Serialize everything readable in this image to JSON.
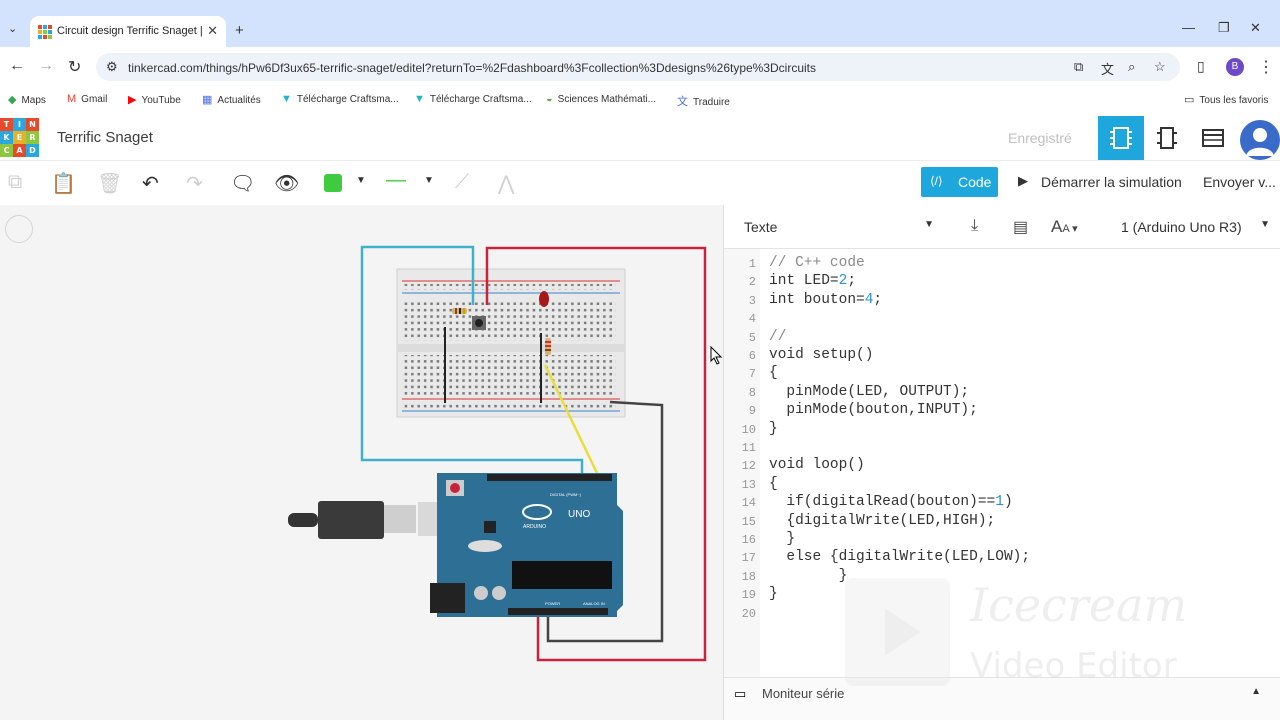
{
  "browser": {
    "tab_title": "Circuit design Terrific Snaget | Tinkercad",
    "url": "tinkercad.com/things/hPw6Df3ux65-terrific-snaget/editel?returnTo=%2Fdashboard%3Fcollection%3Ddesigns%26type%3Dcircuits",
    "profile_initial": "B",
    "bookmarks": [
      {
        "label": "Maps",
        "icon": "maps-icon"
      },
      {
        "label": "Gmail",
        "icon": "gmail-icon"
      },
      {
        "label": "YouTube",
        "icon": "youtube-icon"
      },
      {
        "label": "Actualités",
        "icon": "news-icon"
      },
      {
        "label": "Télécharge Craftsma...",
        "icon": "craftsman-icon"
      },
      {
        "label": "Télécharge Craftsma...",
        "icon": "craftsman-icon"
      },
      {
        "label": "Sciences Mathémati...",
        "icon": "education-icon"
      },
      {
        "label": "Traduire",
        "icon": "translate-icon"
      }
    ],
    "all_bookmarks": "Tous les favoris"
  },
  "app": {
    "logo_letters": [
      "TIN",
      "KER",
      "CAD"
    ],
    "project_name": "Terrific Snaget",
    "save_status": "Enregistré",
    "code_button": "Code",
    "simulate_button": "Démarrer la simulation",
    "send_button": "Envoyer v...",
    "colors": {
      "accent": "#1ea7dd",
      "wire_color": "#3ecc3e"
    }
  },
  "code_panel": {
    "mode": "Texte",
    "device": "1 (Arduino Uno R3)",
    "lines": [
      "// C++ code",
      "int LED=2;",
      "int bouton=4;",
      "",
      "//",
      "void setup()",
      "{",
      "  pinMode(LED, OUTPUT);",
      "  pinMode(bouton,INPUT);",
      "}",
      "",
      "void loop()",
      "{",
      "  if(digitalRead(bouton)==1)",
      "  {digitalWrite(LED,HIGH);",
      "  }",
      "  else {digitalWrite(LED,LOW);",
      "        }",
      "}",
      ""
    ],
    "serial_monitor": "Moniteur série"
  },
  "circuit": {
    "board_label": "UNO",
    "board_brand": "ARDUINO",
    "digital_label": "DIGITAL (PWM~)",
    "power_label": "POWER",
    "analog_label": "ANALOG IN"
  },
  "watermark": {
    "line1": "Icecream",
    "line2": "Video Editor"
  }
}
